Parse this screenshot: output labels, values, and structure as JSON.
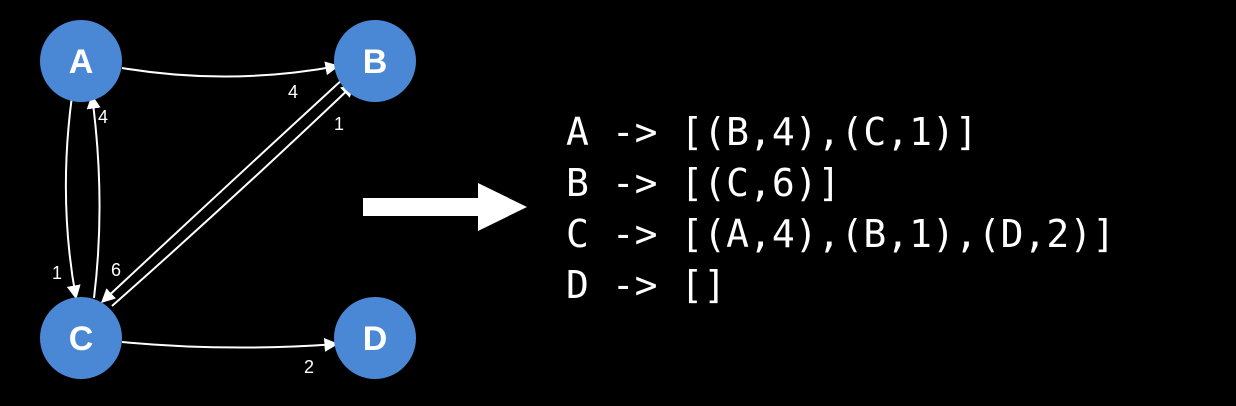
{
  "colors": {
    "background": "#000000",
    "node_fill": "#4a88d6",
    "foreground": "#ffffff"
  },
  "graph": {
    "nodes": [
      {
        "id": "A",
        "label": "A"
      },
      {
        "id": "B",
        "label": "B"
      },
      {
        "id": "C",
        "label": "C"
      },
      {
        "id": "D",
        "label": "D"
      }
    ],
    "edges": [
      {
        "from": "A",
        "to": "B",
        "weight": "4"
      },
      {
        "from": "A",
        "to": "C",
        "weight": "1"
      },
      {
        "from": "B",
        "to": "C",
        "weight": "6"
      },
      {
        "from": "C",
        "to": "A",
        "weight": "4"
      },
      {
        "from": "C",
        "to": "B",
        "weight": "1"
      },
      {
        "from": "C",
        "to": "D",
        "weight": "2"
      }
    ]
  },
  "arrow_icon": "right-arrow-icon",
  "adjacency_list": [
    "A -> [(B,4),(C,1)]",
    "B -> [(C,6)]",
    "C -> [(A,4),(B,1),(D,2)]",
    "D -> []"
  ]
}
